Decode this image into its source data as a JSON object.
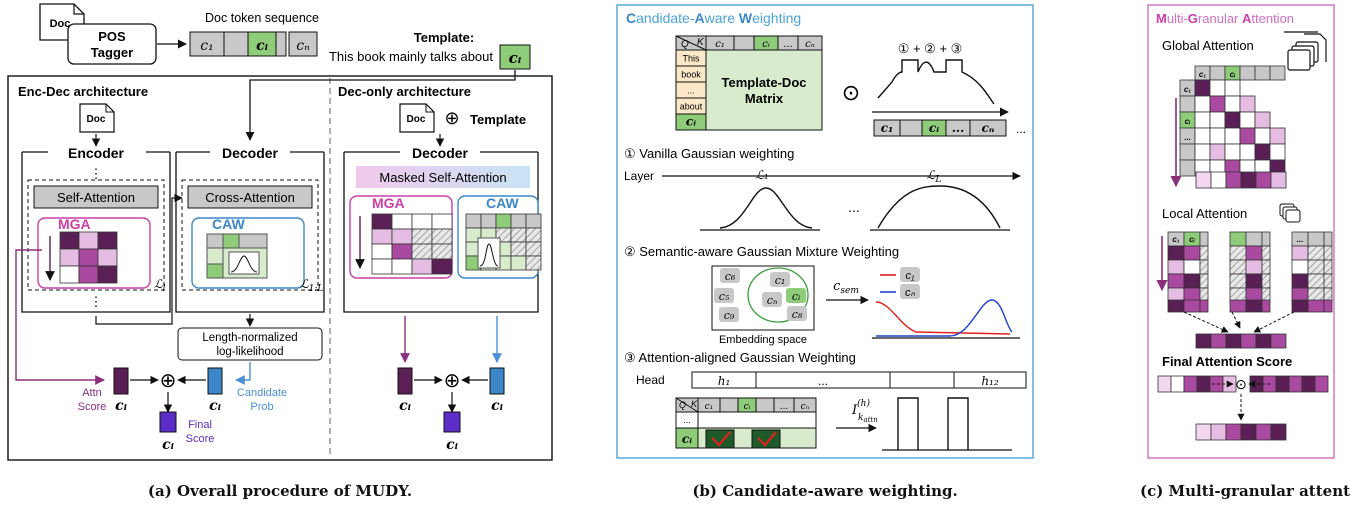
{
  "panel_a": {
    "doc": "Doc",
    "pos_tagger": [
      "POS",
      "Tagger"
    ],
    "doc_token_sequence": "Doc token sequence",
    "tokens": [
      "c₁",
      "cᵢ",
      "cₙ"
    ],
    "template_label": "Template:",
    "template_text": "This book mainly talks about",
    "template_slot": "cᵢ",
    "encdec_title": "Enc-Dec architecture",
    "deconly_title": "Dec-only architecture",
    "encoder": "Encoder",
    "decoder": "Decoder",
    "self_attention": "Self-Attention",
    "cross_attention": "Cross-Attention",
    "masked_self_attention": "Masked Self-Attention",
    "mga": "MGA",
    "caw": "CAW",
    "layer_l": "ℒ",
    "layer_l_sub": "l",
    "layer_1l": "ℒ",
    "layer_1l_sub": "1:L",
    "template": "Template",
    "length_norm": [
      "Length-normalized",
      "log-likelihood"
    ],
    "attn_score": [
      "Attn",
      "Score"
    ],
    "candidate_prob": [
      "Candidate",
      "Prob"
    ],
    "final_score": [
      "Final",
      "Score"
    ],
    "plus": "⊕",
    "ci": "cᵢ",
    "dots": "⋮"
  },
  "panel_b": {
    "title_parts": [
      "C",
      "andidate-",
      "A",
      "ware ",
      "W",
      "eighting"
    ],
    "qk_q": "Q",
    "qk_k": "K",
    "rows": [
      "This",
      "book",
      "...",
      "about",
      "cᵢ"
    ],
    "cols": [
      "c₁",
      "cᵢ",
      "...",
      "cₙ"
    ],
    "matrix_label": [
      "Template-Doc",
      "Matrix"
    ],
    "odot": "⊙",
    "mix_label": "① + ② + ③",
    "seq_tokens": [
      "c₁",
      "cᵢ",
      "...",
      "cₙ"
    ],
    "seq_more": "...",
    "step1": "① Vanilla Gaussian weighting",
    "layer": "Layer",
    "l1": "ℒ₁",
    "lL": "ℒ",
    "lL_sub": "L",
    "ellipsis": "...",
    "step2": "② Semantic-aware Gaussian Mixture Weighting",
    "emb_tokens": [
      "c₆",
      "c₅",
      "c₉",
      "c₁",
      "cₙ",
      "cᵢ",
      "c₈"
    ],
    "embedding_space": "Embedding space",
    "c_sem": "c",
    "c_sem_sub": "sem",
    "legend": [
      "c₁",
      "cₙ"
    ],
    "step3": "③ Attention-aligned Gaussian Weighting",
    "head": "Head",
    "h1": "h₁",
    "h12": "h₁₂",
    "head_dots": "...",
    "i_k": "I",
    "i_sup": "(h)",
    "i_sub": "k",
    "i_subsub": "attn",
    "small_rows": [
      "...",
      "cᵢ"
    ]
  },
  "panel_c": {
    "title_parts": [
      "M",
      "ulti-",
      "G",
      "ranular ",
      "A",
      "ttention"
    ],
    "global": "Global Attention",
    "local": "Local Attention",
    "final": "Final Attention Score",
    "cols": [
      "c₁",
      "cᵢ",
      "..."
    ],
    "rows": [
      "c₁",
      "cᵢ",
      "..."
    ],
    "odot": "⊙"
  },
  "captions": [
    "(a) Overall procedure of MUDY.",
    "(b) Candidate-aware weighting.",
    "(c) Multi-granular attention."
  ],
  "colors": {
    "purple": "#8b2e7e",
    "dark_purple": "#5a1f55",
    "mid_purple": "#a94aa0",
    "light_purple": "#e6bde2",
    "green": "#8fcc7a",
    "light_green": "#d8eccd",
    "gray": "#c8c8c8",
    "blue": "#4a90d9",
    "caw_blue": "#3c87c8",
    "mga_pink": "#cc3fa8",
    "score_purple": "#5b2cc7"
  }
}
